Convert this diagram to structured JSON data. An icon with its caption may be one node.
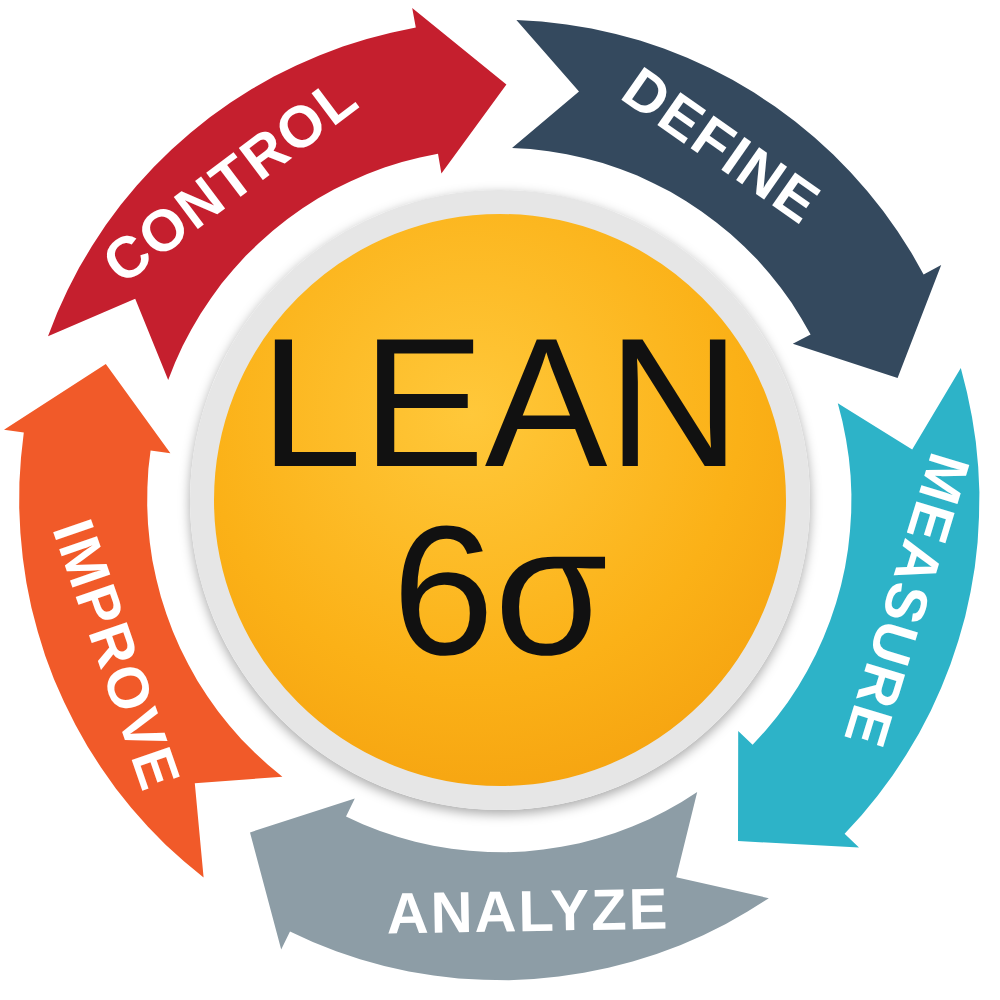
{
  "diagram": {
    "nodes": [
      {
        "text": [
          "LEAN",
          "6σ"
        ]
      },
      {
        "text": [
          "CONTROL"
        ]
      },
      {
        "text": [
          "DEFINE"
        ]
      },
      {
        "text": [
          "MEASURE"
        ]
      },
      {
        "text": [
          "ANALYZE"
        ]
      },
      {
        "text": [
          "IMPROVE"
        ]
      }
    ]
  }
}
